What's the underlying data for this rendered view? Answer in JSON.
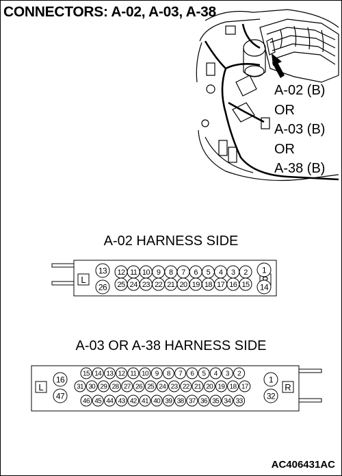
{
  "title": "CONNECTORS: A-02, A-03, A-38",
  "figure_code": "AC406431AC",
  "callout": {
    "line1": "A-02 (B)",
    "line2": "OR",
    "line3": "A-03 (B)",
    "line4": "OR",
    "line5": "A-38 (B)"
  },
  "connector_a02": {
    "label": "A-02 HARNESS SIDE",
    "left_marker": "L",
    "right_marker": "R",
    "left_top": "13",
    "left_bottom": "26",
    "right_top": "1",
    "right_bottom": "14",
    "row1": [
      "12",
      "11",
      "10",
      "9",
      "8",
      "7",
      "6",
      "5",
      "4",
      "3",
      "2"
    ],
    "row2": [
      "25",
      "24",
      "23",
      "22",
      "21",
      "20",
      "19",
      "18",
      "17",
      "16",
      "15"
    ]
  },
  "connector_a03": {
    "label": "A-03 OR A-38 HARNESS SIDE",
    "left_marker": "L",
    "right_marker": "R",
    "left_top": "16",
    "left_bottom": "47",
    "right_top": "1",
    "right_bottom": "32",
    "row1": [
      "15",
      "14",
      "13",
      "12",
      "11",
      "10",
      "9",
      "8",
      "7",
      "6",
      "5",
      "4",
      "3",
      "2"
    ],
    "row2": [
      "31",
      "30",
      "29",
      "28",
      "27",
      "26",
      "25",
      "24",
      "23",
      "22",
      "21",
      "20",
      "19",
      "18",
      "17"
    ],
    "row3": [
      "46",
      "45",
      "44",
      "43",
      "42",
      "41",
      "40",
      "39",
      "38",
      "37",
      "36",
      "35",
      "34",
      "33"
    ]
  }
}
